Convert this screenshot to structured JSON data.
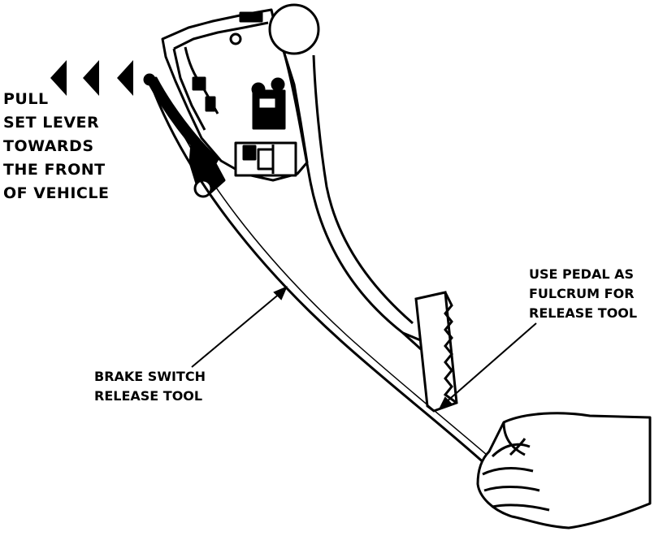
{
  "labels": {
    "pull_lever": [
      "PULL",
      "SET LEVER",
      "TOWARDS",
      "THE FRONT",
      "OF VEHICLE"
    ],
    "use_pedal": [
      "USE PEDAL AS",
      "FULCRUM FOR",
      "RELEASE TOOL"
    ],
    "release_tool": [
      "BRAKE SWITCH",
      "RELEASE TOOL"
    ]
  },
  "colors": {
    "ink": "#000000",
    "paper": "#ffffff"
  }
}
